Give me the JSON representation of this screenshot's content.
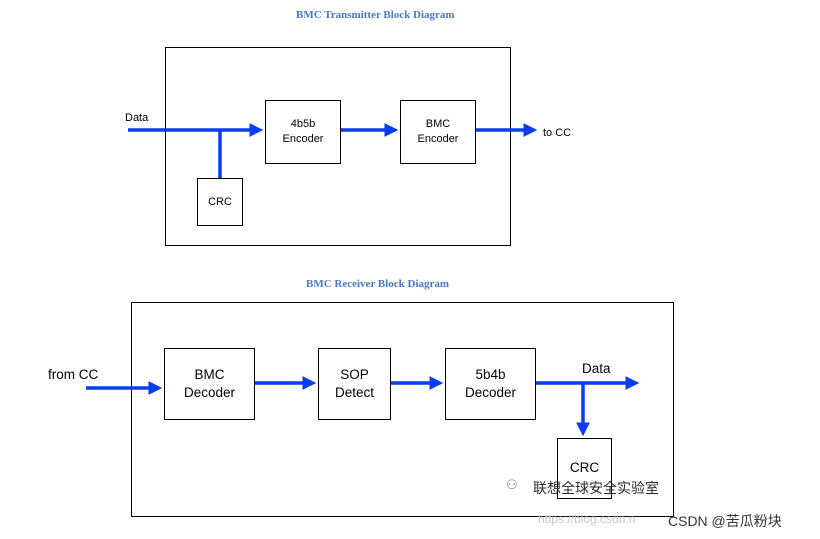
{
  "transmitter": {
    "title": "BMC Transmitter Block Diagram",
    "input_label": "Data",
    "output_label": "to CC",
    "blocks": {
      "encoder_4b5b": {
        "line1": "4b5b",
        "line2": "Encoder"
      },
      "bmc_encoder": {
        "line1": "BMC",
        "line2": "Encoder"
      },
      "crc": "CRC"
    }
  },
  "receiver": {
    "title": "BMC Receiver Block Diagram",
    "input_label": "from CC",
    "output_label": "Data",
    "blocks": {
      "bmc_decoder": {
        "line1": "BMC",
        "line2": "Decoder"
      },
      "sop_detect": {
        "line1": "SOP",
        "line2": "Detect"
      },
      "decoder_5b4b": {
        "line1": "5b4b",
        "line2": "Decoder"
      },
      "crc": "CRC"
    }
  },
  "colors": {
    "arrow": "#0a3cf0",
    "title": "#4a78c0"
  },
  "watermark": {
    "channel": "联想全球安全实验室",
    "url": "https://blog.csdn.n",
    "csdn": "CSDN @苦瓜粉块"
  }
}
